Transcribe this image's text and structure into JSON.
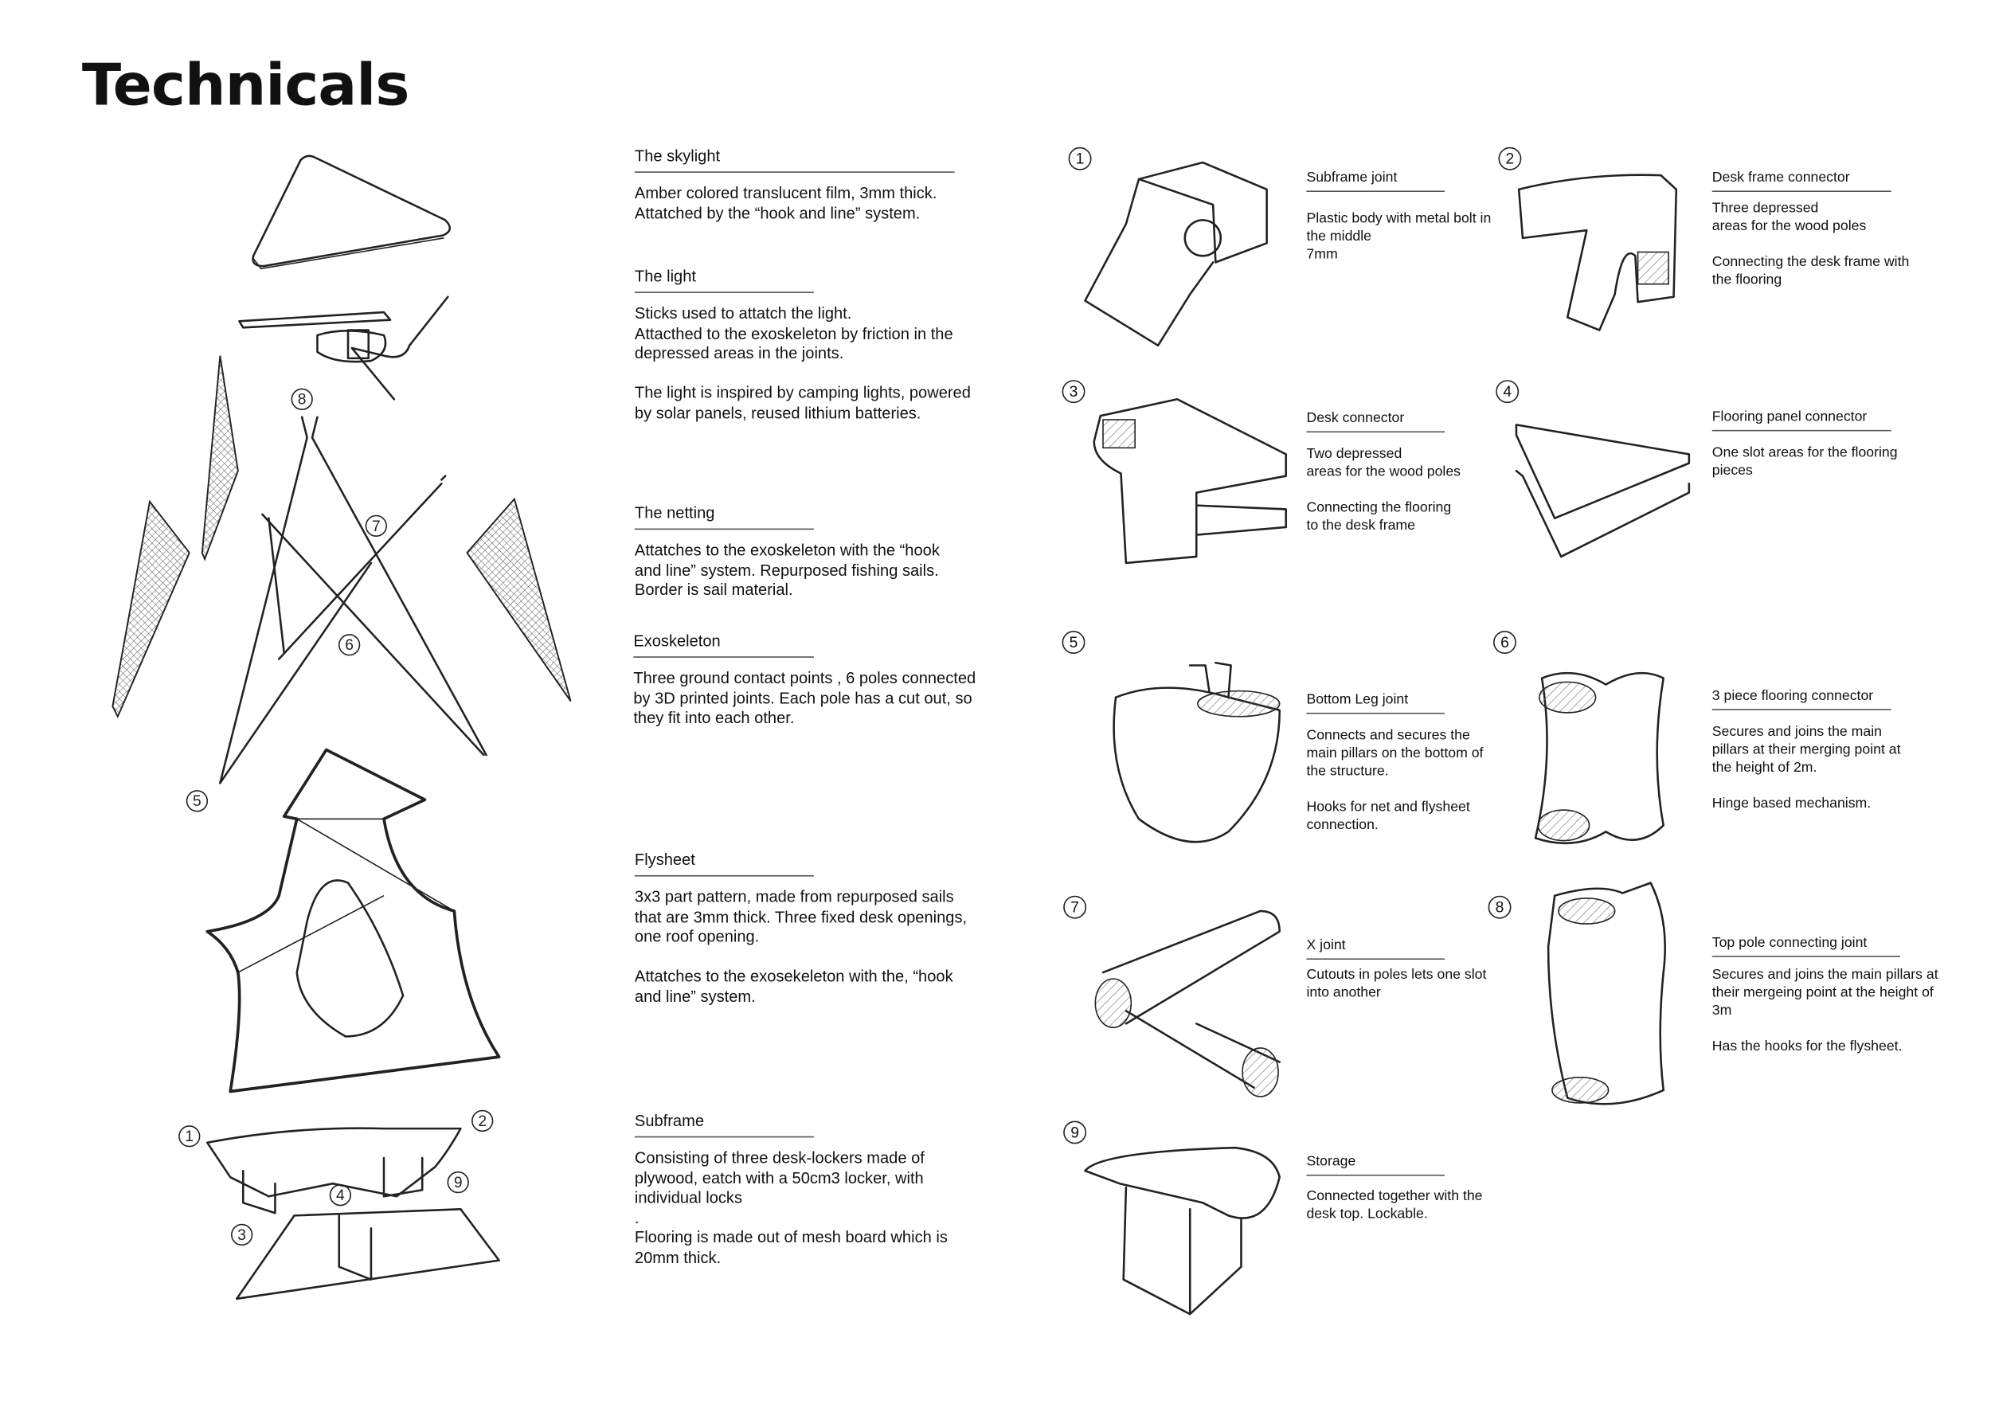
{
  "title": "Technicals",
  "components": [
    {
      "heading": "The skylight",
      "body": "Amber colored translucent film, 3mm thick.\nAttatched by the “hook and line” system."
    },
    {
      "heading": "The light",
      "body": "Sticks used to attatch the light.\nAttacthed to the exoskeleton by friction in the depressed areas in the joints.\n\nThe light is inspired by camping lights, powered by solar panels, reused lithium batteries."
    },
    {
      "heading": "The netting",
      "body": "Attatches to the exoskeleton with the “hook and line” system. Repurposed fishing sails. Border is sail material."
    },
    {
      "heading": "Exoskeleton",
      "body": "Three ground contact points , 6 poles connected by 3D printed joints. Each pole has a cut out, so they fit into each other."
    },
    {
      "heading": "Flysheet",
      "body": "3x3 part pattern, made from repurposed sails that are 3mm thick. Three fixed desk openings, one roof opening.\n\nAttatches to the exosekeleton with the, “hook and line” system."
    },
    {
      "heading": "Subframe",
      "body": "Consisting of three desk-lockers made of plywood, eatch with a 50cm3 locker, with individual locks\n.\nFlooring is made out of mesh board which is 20mm thick."
    }
  ],
  "joints": [
    {
      "number": "1",
      "heading": "Subframe joint",
      "body": "Plastic body with metal bolt in the middle\n7mm"
    },
    {
      "number": "2",
      "heading": "Desk frame connector",
      "body": "Three depressed\nareas for the wood poles\n\nConnecting the desk frame with the flooring"
    },
    {
      "number": "3",
      "heading": "Desk connector",
      "body": "Two depressed\nareas for the wood poles\n\nConnecting the flooring\nto the desk frame"
    },
    {
      "number": "4",
      "heading": "Flooring panel connector",
      "body": "One slot areas for the flooring pieces"
    },
    {
      "number": "5",
      "heading": "Bottom Leg joint",
      "body": "Connects and secures the main pillars on the bottom of the structure.\n\nHooks for net and flysheet connection."
    },
    {
      "number": "6",
      "heading": "3 piece flooring connector",
      "body": "Secures and joins the main pillars at their merging point at the height of 2m.\n\nHinge based mechanism."
    },
    {
      "number": "7",
      "heading": "X joint",
      "body": "Cutouts in poles lets one slot into another"
    },
    {
      "number": "8",
      "heading": "Top pole connecting joint",
      "body": "Secures and joins the main pillars at their mergeing point at the height of 3m\n\nHas the hooks for the flysheet."
    },
    {
      "number": "9",
      "heading": "Storage",
      "body": "Connected together with the desk top.  Lockable."
    }
  ],
  "diagram_labels": [
    "8",
    "7",
    "6",
    "5",
    "1",
    "2",
    "3",
    "4",
    "9"
  ]
}
